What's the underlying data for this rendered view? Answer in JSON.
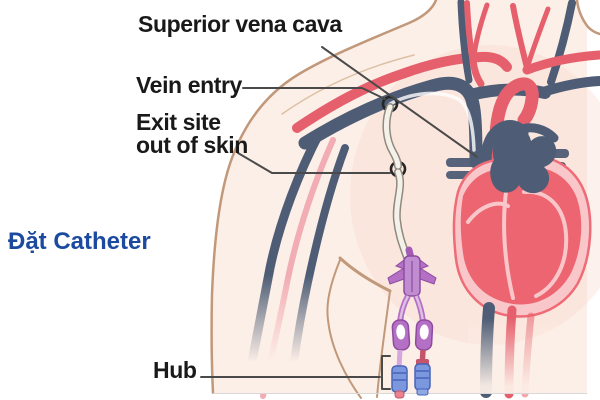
{
  "title": {
    "text": "Đặt Catheter",
    "color": "#1b4a9e"
  },
  "labels": {
    "superior_vena_cava": "Superior vena cava",
    "vein_entry": "Vein entry",
    "exit_site_line1": "Exit site",
    "exit_site_line2": "out of skin",
    "hub": "Hub"
  },
  "markers": {
    "vein_entry_marker": "open-circle",
    "exit_site_marker": "open-circle",
    "hub_marker": "bracket"
  },
  "colors": {
    "background": "#ffffff",
    "skin": "#fcefe7",
    "body_outline": "#c2987a",
    "vein": "#4e5d75",
    "artery": "#e5606c",
    "arm_artery": "#f2acb4",
    "heart_muscle": "#ed6570",
    "heart_wall": "#f9c6ca",
    "catheter": "#f4f1ea",
    "catheter_outline": "#8f8a7d",
    "hub_purple": "#b470c4",
    "connector_blue": "#7b97dd",
    "connector_red": "#c4556a",
    "label_text": "#191919",
    "leader_line": "#4a4a4a"
  }
}
